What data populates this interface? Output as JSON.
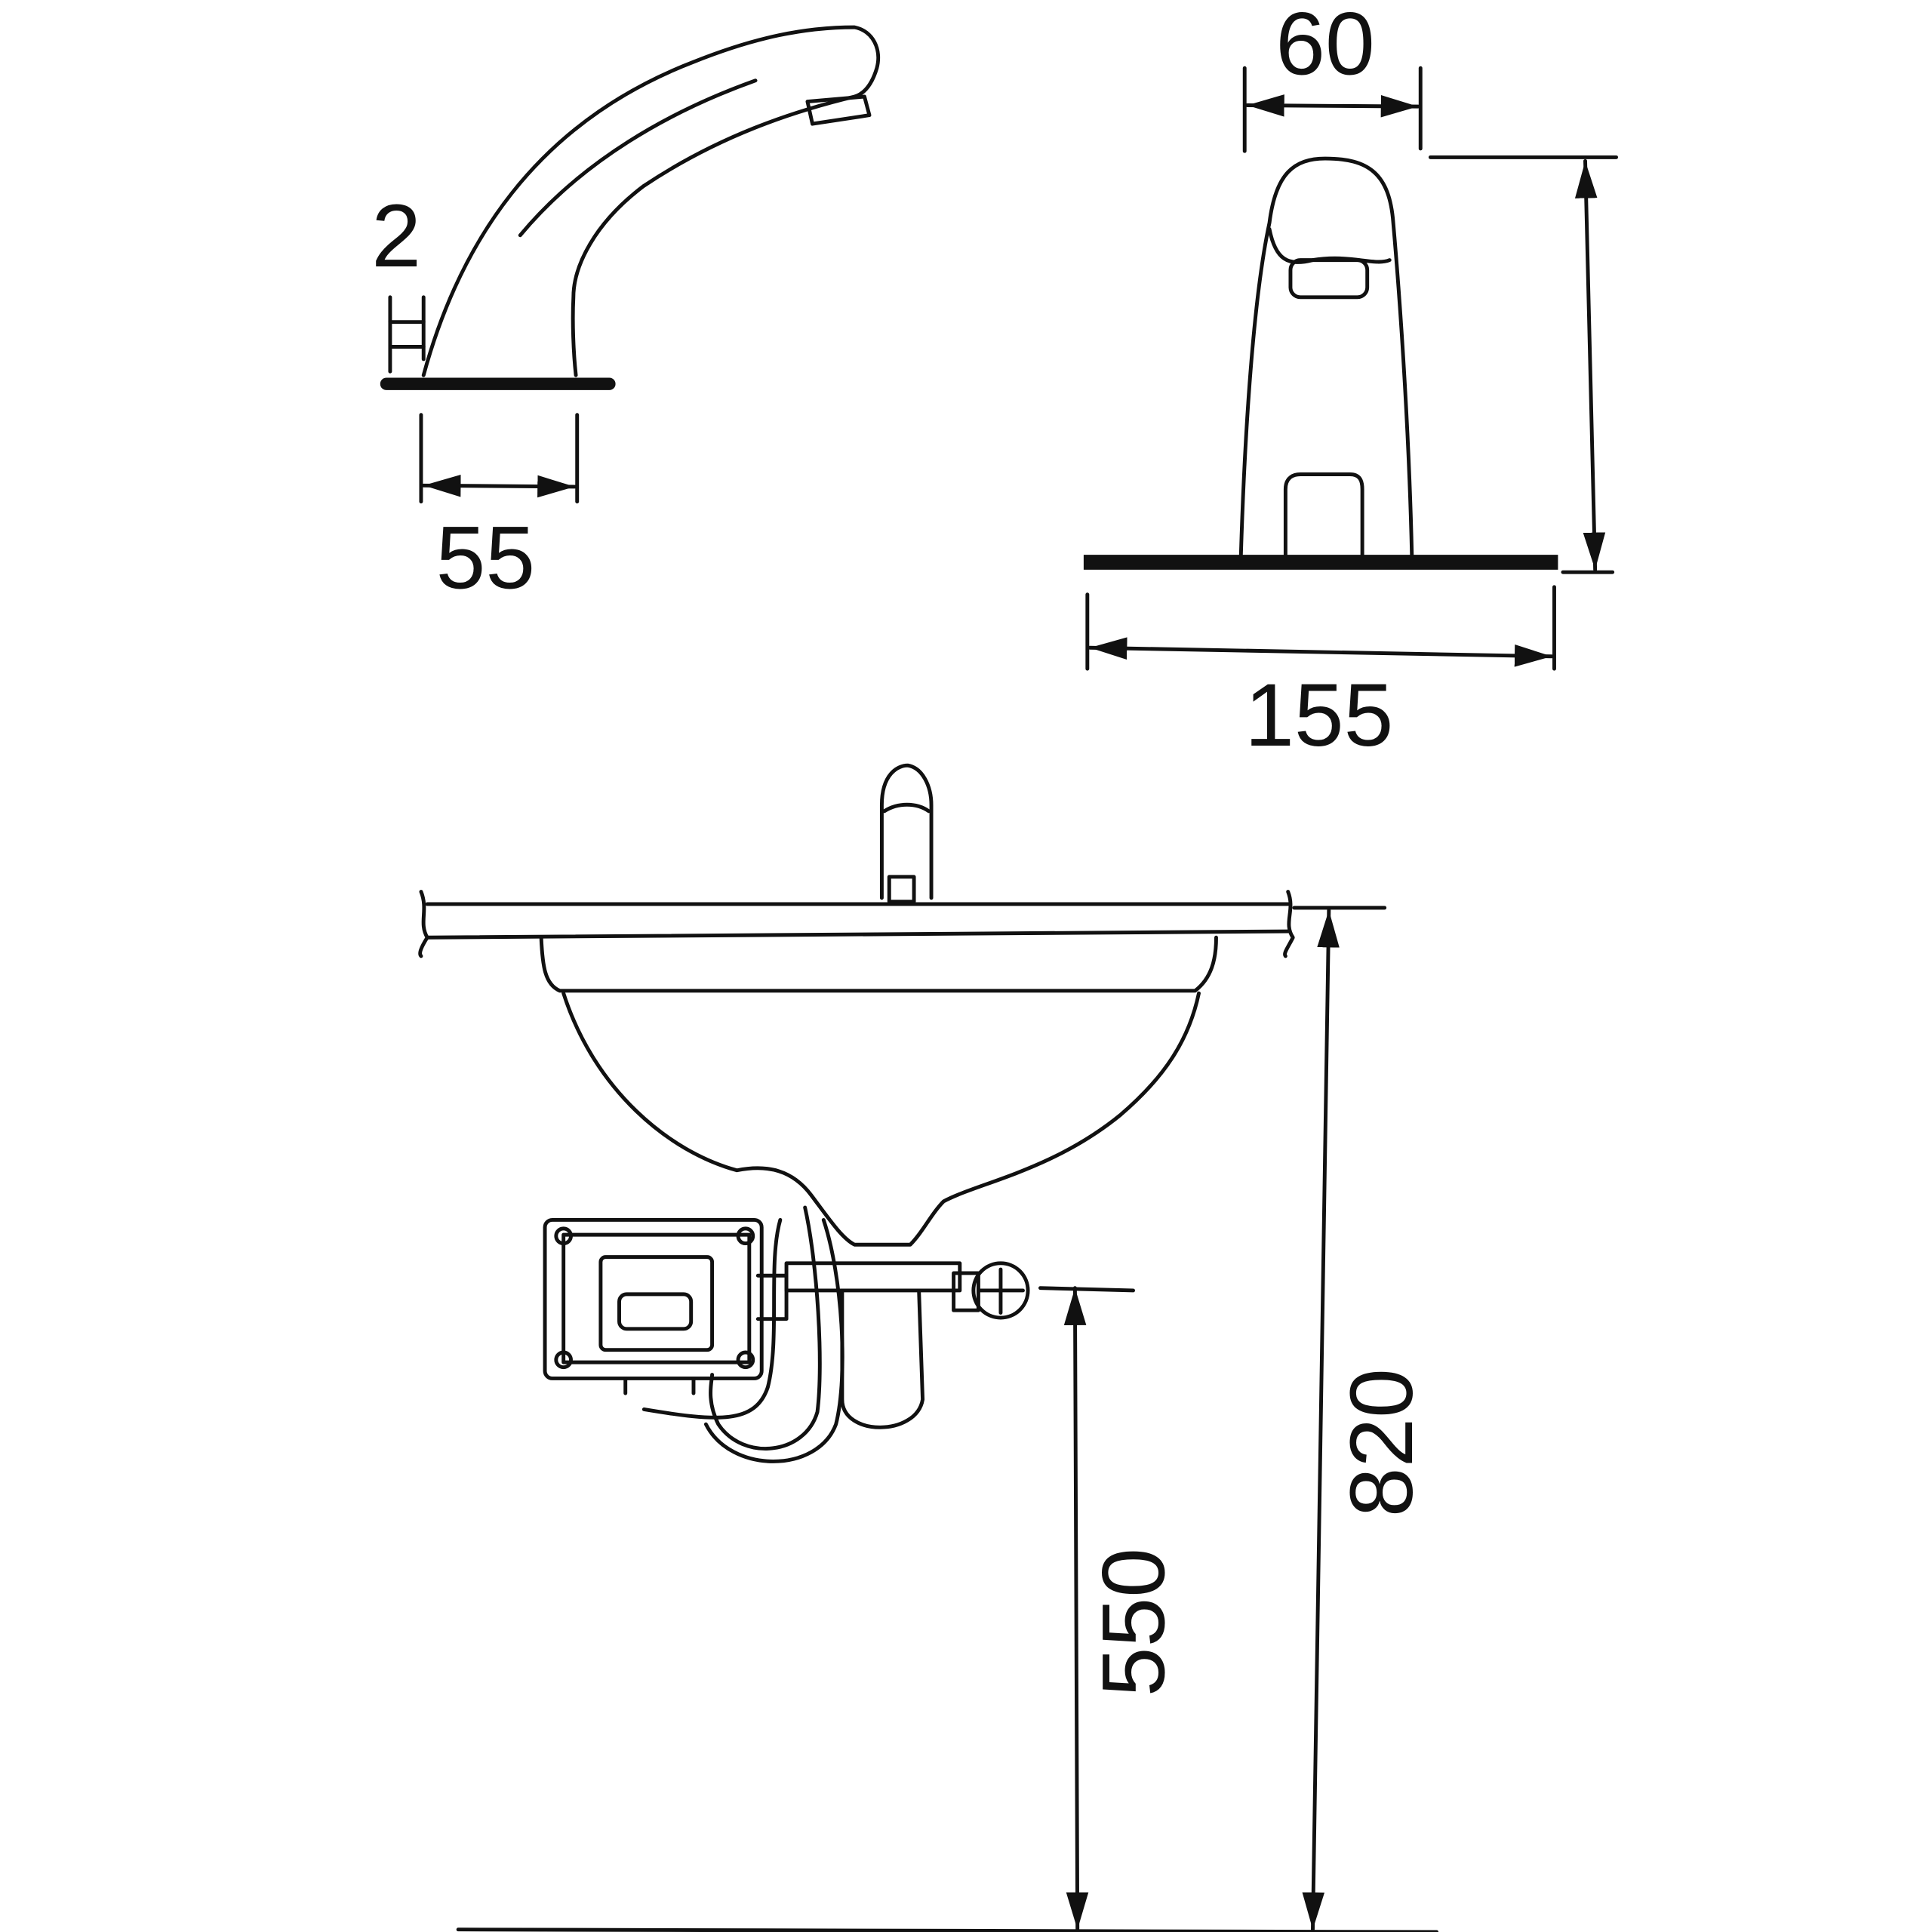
{
  "diagram": {
    "title": "Sensor faucet installation dimensions",
    "side_view": {
      "height_label": "2",
      "depth_label": "55"
    },
    "front_view": {
      "width_top_label": "60",
      "base_width_label": "155"
    },
    "installation": {
      "valve_height_label": "550",
      "counter_height_label": "820"
    },
    "line_color": "#111111"
  }
}
